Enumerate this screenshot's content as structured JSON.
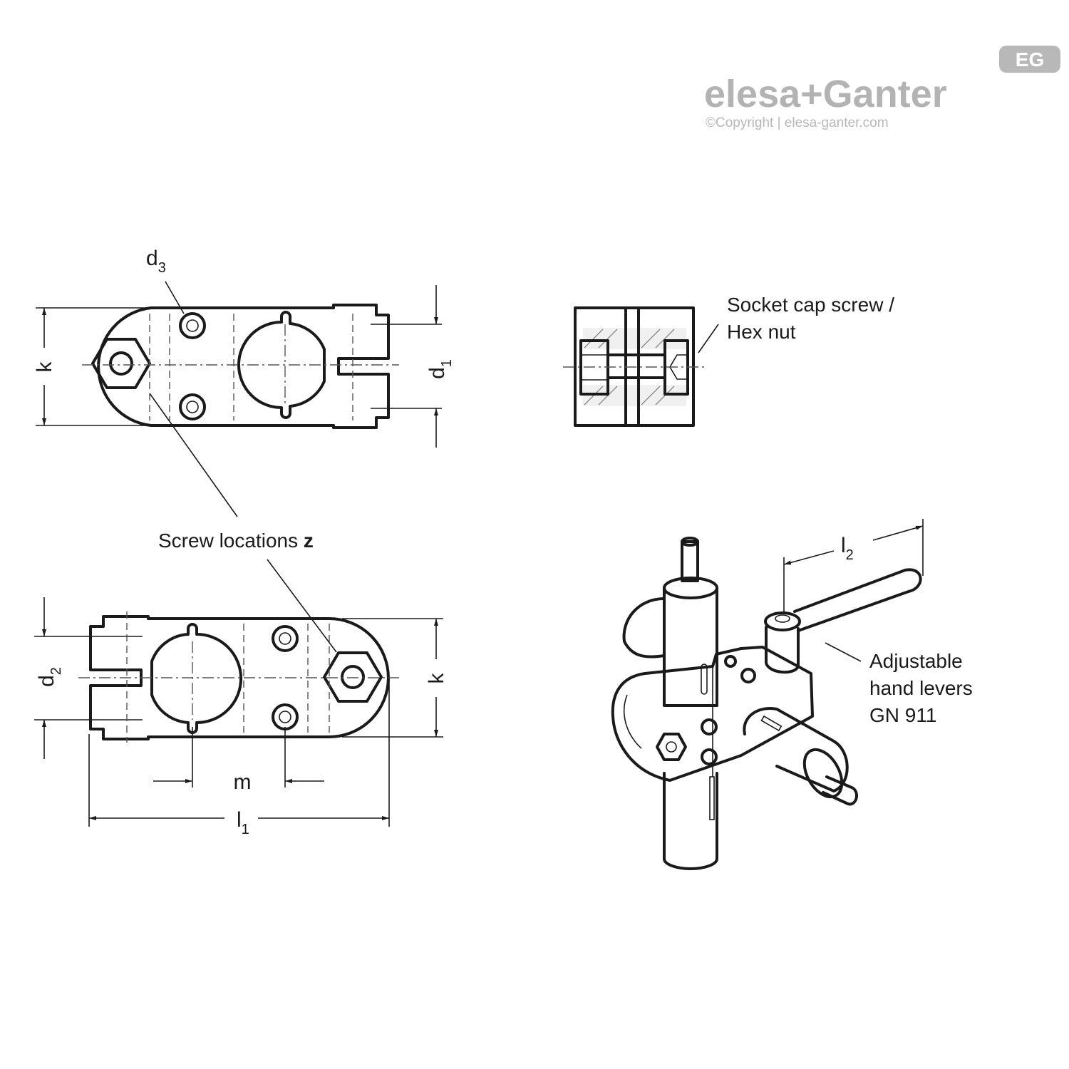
{
  "logo": {
    "brand": "elesa+Ganter",
    "mark": "EG",
    "copyright": "©Copyright | elesa-ganter.com"
  },
  "dimensions": {
    "d3": {
      "base": "d",
      "sub": "3"
    },
    "k_top": "k",
    "d1": {
      "base": "d",
      "sub": "1"
    },
    "d2": {
      "base": "d",
      "sub": "2"
    },
    "k_bottom": "k",
    "m": "m",
    "l1": {
      "base": "l",
      "sub": "1"
    },
    "l2": {
      "base": "l",
      "sub": "2"
    }
  },
  "callouts": {
    "screw_locations": {
      "text": "Screw locations ",
      "bold": "z"
    },
    "socket_cap_line1": "Socket cap screw /",
    "socket_cap_line2": "Hex nut",
    "levers_line1": "Adjustable",
    "levers_line2": "hand levers",
    "levers_line3": "GN 911"
  }
}
